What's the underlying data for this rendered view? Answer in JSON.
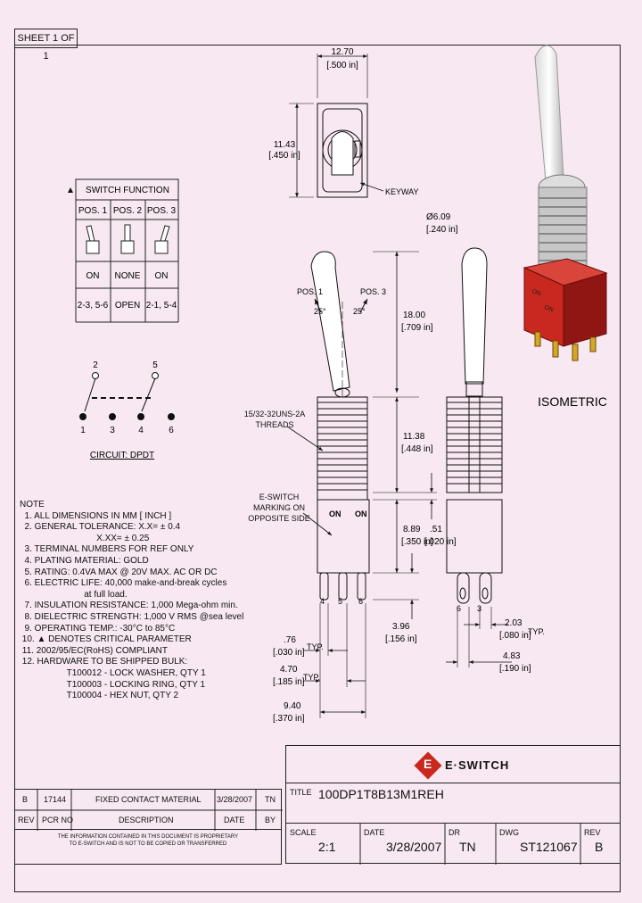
{
  "sheet": "SHEET 1 OF 1",
  "switch_function": {
    "title": "SWITCH FUNCTION",
    "headers": [
      "POS. 1",
      "POS. 2",
      "POS. 3"
    ],
    "states": [
      "ON",
      "NONE",
      "ON"
    ],
    "connections": [
      "2-3, 5-6",
      "OPEN",
      "2-1, 5-4"
    ]
  },
  "circuit": {
    "label": "CIRCUIT: DPDT",
    "top_pins": [
      "2",
      "5"
    ],
    "bottom_pins": [
      "1",
      "3",
      "4",
      "6"
    ]
  },
  "top_view": {
    "width_mm": "12.70",
    "width_in": "[.500 in]",
    "height_mm": "11.43",
    "height_in": "[.450 in]",
    "keyway": "KEYWAY"
  },
  "front_view": {
    "pos1": "POS. 1",
    "pos3": "POS. 3",
    "angle_left": "25°",
    "angle_right": "25°",
    "threads": "15/32-32UNS-2A\nTHREADS",
    "marking": "E-SWITCH\nMARKING ON\nOPPOSITE SIDE",
    "on_left": "ON",
    "on_right": "ON",
    "pins": [
      "4",
      "5",
      "6"
    ],
    "dim_dia_mm": "Ø6.09",
    "dim_dia_in": "[.240 in]",
    "dim_lever_mm": "18.00",
    "dim_lever_in": "[.709 in]",
    "dim_bush_mm": "11.38",
    "dim_bush_in": "[.448 in]",
    "dim_body_mm": "8.89",
    "dim_body_in": "[.350 in]",
    "dim_gap_mm": ".51",
    "dim_gap_in": "[.020 in]",
    "dim_term_mm": "3.96",
    "dim_term_in": "[.156 in]",
    "dim_a_mm": ".76",
    "dim_a_in": "[.030 in]",
    "dim_b_mm": "4.70",
    "dim_b_in": "[.185 in]",
    "dim_c_mm": "9.40",
    "dim_c_in": "[.370 in]",
    "typ": "TYP."
  },
  "side_view": {
    "pins": [
      "6",
      "3"
    ],
    "dim_d_mm": "2.03",
    "dim_d_in": "[.080 in]",
    "typ": "TYP.",
    "dim_e_mm": "4.83",
    "dim_e_in": "[.190 in]"
  },
  "isometric": {
    "label": "ISOMETRIC",
    "body_color": "#c8281e",
    "body_dark": "#8f1612"
  },
  "notes": [
    "NOTE",
    "  1. ALL DIMENSIONS IN MM [ INCH ]",
    "  2. GENERAL TOLERANCE: X.X= ± 0.4",
    "                               X.XX= ± 0.25",
    "  3. TERMINAL NUMBERS FOR REF ONLY",
    "  4. PLATING MATERIAL: GOLD",
    "  5. RATING: 0.4VA MAX @ 20V MAX. AC OR DC",
    "  6. ELECTRIC LIFE: 40,000 make-and-break cycles",
    "                          at full load.",
    "  7. INSULATION RESISTANCE: 1,000 Mega-ohm min.",
    "  8. DIELECTRIC STRENGTH: 1,000 V RMS @sea level",
    "  9. OPERATING TEMP.: -30°C to 85°C",
    " 10. ▲ DENOTES CRITICAL PARAMETER",
    " 11. 2002/95/EC(RoHS) COMPLIANT",
    " 12. HARDWARE TO BE SHIPPED BULK:",
    "                   T100012 - LOCK WASHER, QTY 1",
    "                   T100003 - LOCKING RING, QTY 1",
    "                   T100004 - HEX NUT, QTY 2"
  ],
  "revision_table": {
    "row": [
      "B",
      "17144",
      "FIXED CONTACT MATERIAL",
      "3/28/2007",
      "TN"
    ],
    "headers": [
      "REV",
      "PCR NO",
      "DESCRIPTION",
      "DATE",
      "BY"
    ],
    "disclaimer": "THE INFORMATION CONTAINED IN THIS DOCUMENT IS PROPRIETARY\nTO E-SWITCH AND IS NOT TO BE COPIED OR TRANSFERRED"
  },
  "title_block": {
    "logo_text": "E·SWITCH",
    "title_label": "TITLE",
    "title": "100DP1T8B13M1REH",
    "scale_label": "SCALE",
    "scale": "2:1",
    "date_label": "DATE",
    "date": "3/28/2007",
    "dr_label": "DR",
    "dr": "TN",
    "dwg_label": "DWG",
    "dwg": "ST121067",
    "rev_label": "REV",
    "rev": "B"
  },
  "colors": {
    "background": "#f7e8f1",
    "line": "#222222"
  }
}
